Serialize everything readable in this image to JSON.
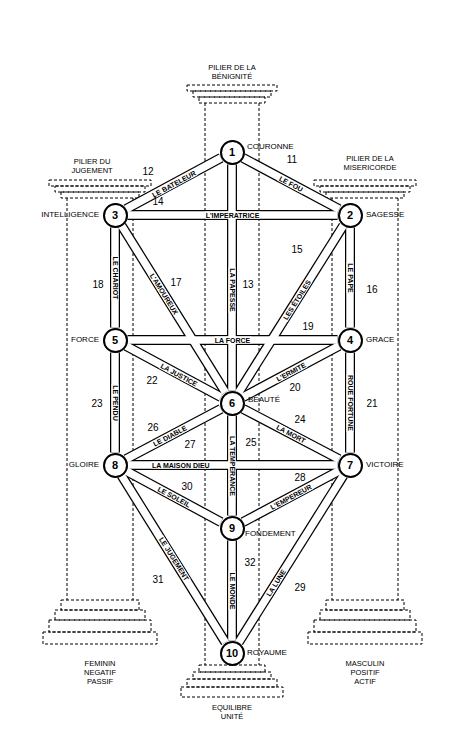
{
  "diagram": {
    "nodes": [
      {
        "text": [
          "1",
          "COURONNE"
        ]
      },
      {
        "text": [
          "3",
          "INTELLIGENCE"
        ]
      },
      {
        "text": [
          "2",
          "SAGESSE"
        ]
      },
      {
        "text": [
          "5",
          "FORCE"
        ]
      },
      {
        "text": [
          "4",
          "GRACE"
        ]
      },
      {
        "text": [
          "6",
          "BEAUTÉ"
        ]
      },
      {
        "text": [
          "8",
          "GLOIRE"
        ]
      },
      {
        "text": [
          "7",
          "VICTOIRE"
        ]
      },
      {
        "text": [
          "9",
          "FONDEMENT"
        ]
      },
      {
        "text": [
          "10",
          "ROYAUME"
        ]
      }
    ],
    "edges": [
      {
        "from": 0,
        "to": 2,
        "arrow": "none",
        "label": "LE FOU"
      },
      {
        "from": 0,
        "to": 1,
        "arrow": "none",
        "label": "LE BATELEUR"
      },
      {
        "from": 0,
        "to": 5,
        "arrow": "none",
        "label": "LA PAPESSE"
      },
      {
        "from": 2,
        "to": 1,
        "arrow": "none",
        "label": "L'IMPERATRICE"
      },
      {
        "from": 2,
        "to": 5,
        "arrow": "none",
        "label": "LES ÉTOILES"
      },
      {
        "from": 2,
        "to": 4,
        "arrow": "none",
        "label": "LE PAPE"
      },
      {
        "from": 1,
        "to": 5,
        "arrow": "none",
        "label": "L'AMOUREUX"
      },
      {
        "from": 1,
        "to": 3,
        "arrow": "none",
        "label": "LE CHARIOT"
      },
      {
        "from": 4,
        "to": 3,
        "arrow": "none",
        "label": "LA FORCE"
      },
      {
        "from": 4,
        "to": 5,
        "arrow": "none",
        "label": "L'ERMITE"
      },
      {
        "from": 4,
        "to": 7,
        "arrow": "none",
        "label": "ROUE FORTUNE"
      },
      {
        "from": 3,
        "to": 5,
        "arrow": "none",
        "label": "LA JUSTICE"
      },
      {
        "from": 3,
        "to": 6,
        "arrow": "none",
        "label": "LE PENDU"
      },
      {
        "from": 5,
        "to": 7,
        "arrow": "none",
        "label": "LA MORT"
      },
      {
        "from": 5,
        "to": 8,
        "arrow": "none",
        "label": "LA TEMPÉRANCE"
      },
      {
        "from": 5,
        "to": 6,
        "arrow": "none",
        "label": "LE DIABLE"
      },
      {
        "from": 7,
        "to": 6,
        "arrow": "none",
        "label": "LA MAISON DIEU"
      },
      {
        "from": 7,
        "to": 8,
        "arrow": "none",
        "label": "L'EMPEREUR"
      },
      {
        "from": 7,
        "to": 9,
        "arrow": "none",
        "label": "LA LUNE"
      },
      {
        "from": 6,
        "to": 8,
        "arrow": "none",
        "label": "LE SOLEIL"
      },
      {
        "from": 6,
        "to": 9,
        "arrow": "none",
        "label": "LE JUGEMENT"
      },
      {
        "from": 8,
        "to": 9,
        "arrow": "none",
        "label": "LE MONDE"
      }
    ],
    "labels": [
      "PILIER DE LA BÉNIGNITÉ",
      "PILIER DU JUGEMENT",
      "PILIER DE LA MISERICORDE",
      "11",
      "12",
      "13",
      "14",
      "15",
      "16",
      "17",
      "18",
      "19",
      "20",
      "21",
      "22",
      "23",
      "24",
      "25",
      "26",
      "27",
      "28",
      "29",
      "30",
      "31",
      "32",
      "FEMININ NEGATIF PASSIF",
      "MASCULIN POSITIF ACTIF",
      "EQUILIBRE UNITÉ"
    ]
  }
}
